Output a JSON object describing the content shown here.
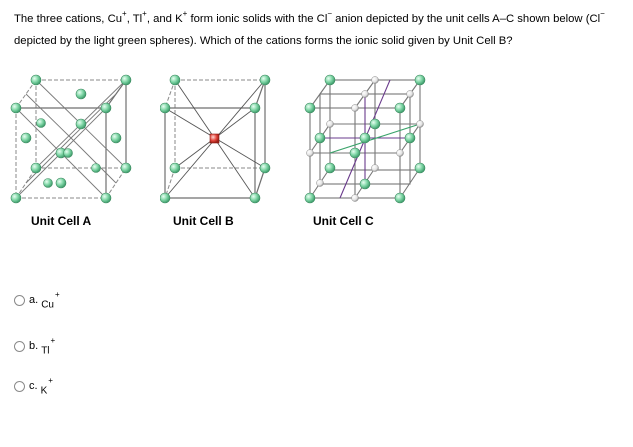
{
  "question": {
    "part1": "The three cations, Cu",
    "plus": "+",
    "part2": ", Tl",
    "part3": ", and K",
    "part4": " form ionic solids with the Cl",
    "minus": "−",
    "part5": " anion depicted by the unit cells A–C shown below (Cl",
    "part6": " depicted by the light green spheres). Which of the cations forms the ionic solid given by Unit Cell B?"
  },
  "unit_cells": [
    {
      "label": "Unit Cell A",
      "icon": "zinc-blende-unit-cell"
    },
    {
      "label": "Unit Cell B",
      "icon": "cesium-chloride-unit-cell"
    },
    {
      "label": "Unit Cell C",
      "icon": "rock-salt-unit-cell"
    }
  ],
  "options": [
    {
      "letter": "a.",
      "ion": "Cu",
      "charge": "+"
    },
    {
      "letter": "b.",
      "ion": "Tl",
      "charge": "+"
    },
    {
      "letter": "c.",
      "ion": "K",
      "charge": "+"
    }
  ],
  "colors": {
    "anion_sphere": "#7fd6a6",
    "cation_sphere_b": "#e2433a",
    "cation_sphere_c": "#e8e8e8",
    "edge_line": "#888888",
    "edge_purple": "#6a3b8c",
    "edge_green": "#3aa36a"
  }
}
